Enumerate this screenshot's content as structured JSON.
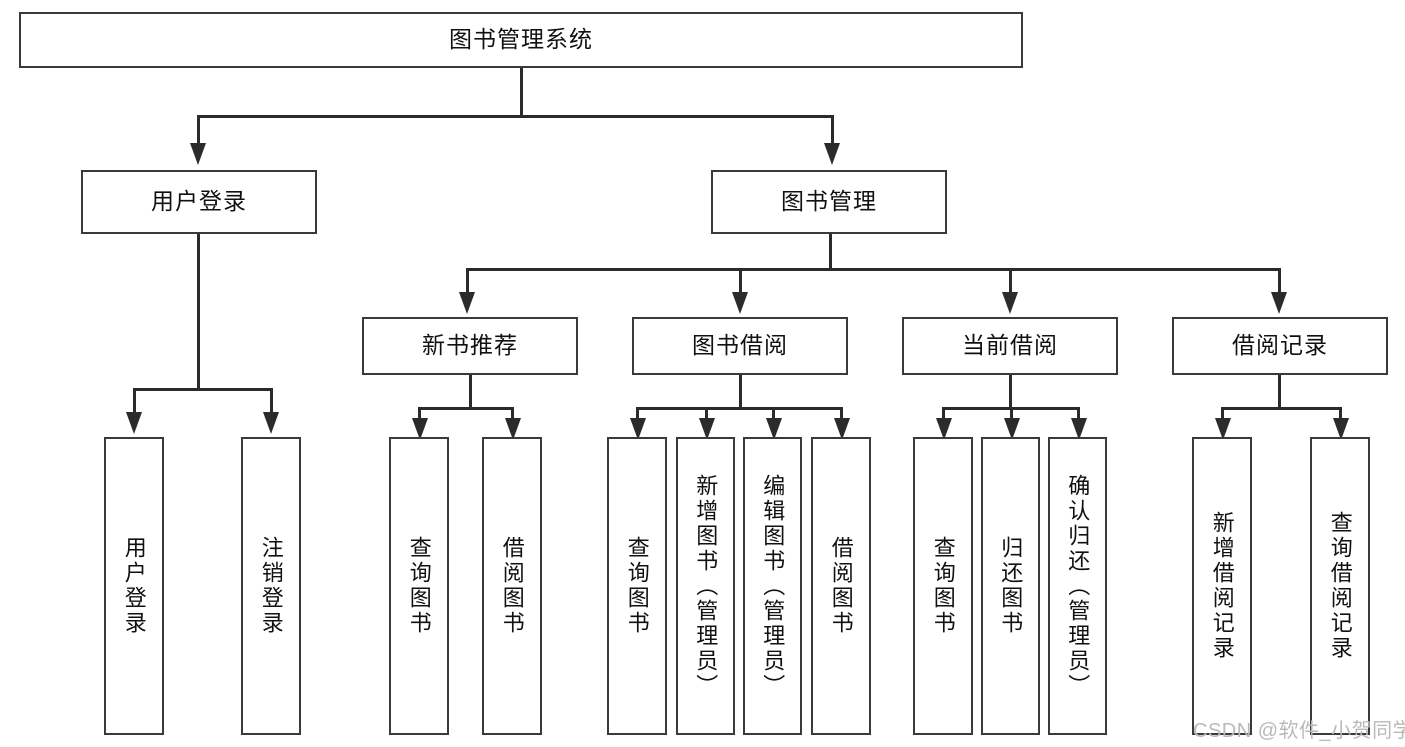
{
  "diagram": {
    "type": "tree-hierarchy-chart",
    "title": "图书管理系统",
    "root": {
      "label": "图书管理系统"
    },
    "level2": [
      {
        "label": "用户登录"
      },
      {
        "label": "图书管理"
      }
    ],
    "level3": [
      {
        "label": "新书推荐"
      },
      {
        "label": "图书借阅"
      },
      {
        "label": "当前借阅"
      },
      {
        "label": "借阅记录"
      }
    ],
    "leaves": {
      "user_login": [
        {
          "label": "用户登录"
        },
        {
          "label": "注销登录"
        }
      ],
      "new_book_recommend": [
        {
          "label": "查询图书"
        },
        {
          "label": "借阅图书"
        }
      ],
      "book_borrow": [
        {
          "label": "查询图书"
        },
        {
          "label": "新增图书（管理员）"
        },
        {
          "label": "编辑图书（管理员）"
        },
        {
          "label": "借阅图书"
        }
      ],
      "current_borrow": [
        {
          "label": "查询图书"
        },
        {
          "label": "归还图书"
        },
        {
          "label": "确认归还（管理员）"
        }
      ],
      "borrow_record": [
        {
          "label": "新增借阅记录"
        },
        {
          "label": "查询借阅记录"
        }
      ]
    }
  },
  "watermark": {
    "text": "CSDN @软件_小贺同学"
  },
  "colors": {
    "box_border": "#3a3a3a",
    "line": "#2b2b2b",
    "background": "#ffffff",
    "text": "#111111",
    "watermark": "#b9b9b9"
  }
}
